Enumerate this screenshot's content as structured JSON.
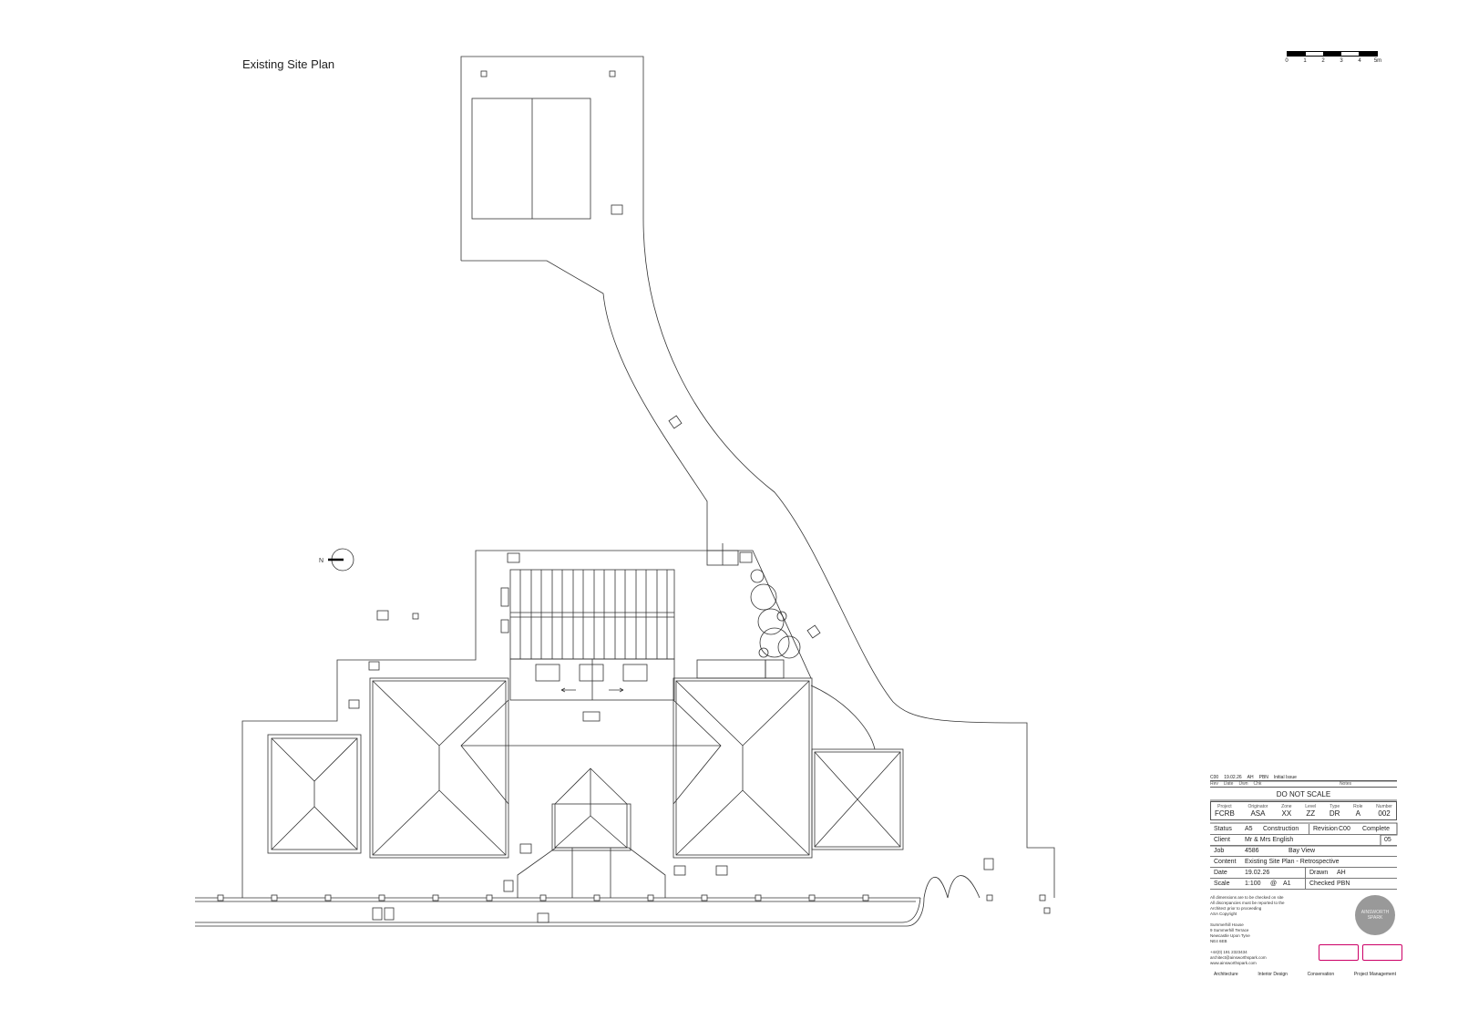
{
  "drawing": {
    "title": "Existing Site Plan",
    "north_label": "N"
  },
  "scale_bar": {
    "labels": [
      "0",
      "1",
      "2",
      "3",
      "4",
      "5m"
    ]
  },
  "title_block": {
    "revision_row": {
      "rev": "C00",
      "date": "19.02.26",
      "drawn": "AH",
      "checked": "PBN",
      "notes": "Initial Issue"
    },
    "revision_headers": {
      "rev": "Rev",
      "date": "Date",
      "drawn": "Dwn",
      "checked": "Chk",
      "notes": "Notes"
    },
    "do_not_scale": "DO NOT SCALE",
    "code": [
      {
        "label": "Project",
        "value": "FCRB"
      },
      {
        "label": "Originator",
        "value": "ASA"
      },
      {
        "label": "Zone",
        "value": "XX"
      },
      {
        "label": "Level",
        "value": "ZZ"
      },
      {
        "label": "Type",
        "value": "DR"
      },
      {
        "label": "Role",
        "value": "A"
      },
      {
        "label": "Number",
        "value": "002"
      }
    ],
    "status": {
      "label": "Status",
      "code": "A5",
      "text": "Construction",
      "revision_label": "Revision",
      "revision": "C00",
      "state": "Complete"
    },
    "client": {
      "label": "Client",
      "value": "Mr & Mrs English",
      "sheet": "05"
    },
    "job": {
      "label": "Job",
      "number": "4586",
      "name": "Bay View"
    },
    "content": {
      "label": "Content",
      "value": "Existing Site Plan  - Retrospective"
    },
    "date": {
      "label": "Date",
      "value": "19.02.26",
      "drawn_label": "Drawn",
      "drawn": "AH"
    },
    "scale": {
      "label": "Scale",
      "value": "1:100",
      "at": "@",
      "sheet_size": "A1",
      "checked_label": "Checked",
      "checked": "PBN"
    },
    "notes": [
      "All dimensions are to be checked on site",
      "All discrepancies must be reported to the",
      "Architect prior to proceeding",
      "ASA Copyright"
    ],
    "address": [
      "Summerhill House",
      "9 Summerhill Terrace",
      "Newcastle Upon Tyne",
      "NE4 6EB"
    ],
    "contact": [
      "+44(0) 191 2323434",
      "architect@ainsworthspark.com",
      "www.ainsworthspark.com"
    ],
    "logo": "AINSWORTH SPARK",
    "disciplines": [
      "Architecture",
      "Interior Design",
      "Conservation",
      "Project Management"
    ]
  }
}
